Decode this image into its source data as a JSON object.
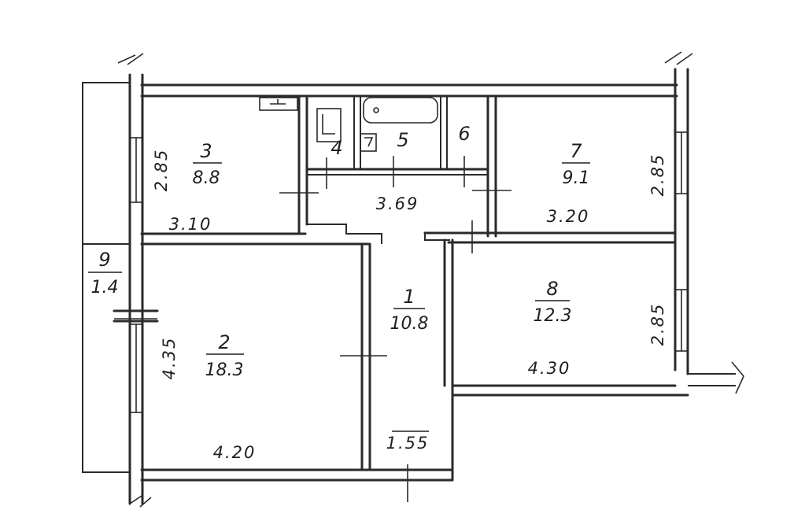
{
  "rooms": [
    {
      "id": "1",
      "number": "1",
      "area": "10.8"
    },
    {
      "id": "2",
      "number": "2",
      "area": "18.3"
    },
    {
      "id": "3",
      "number": "3",
      "area": "8.8"
    },
    {
      "id": "4",
      "number": "4"
    },
    {
      "id": "5",
      "number": "5"
    },
    {
      "id": "6",
      "number": "6"
    },
    {
      "id": "7",
      "number": "7",
      "area": "9.1"
    },
    {
      "id": "8",
      "number": "8",
      "area": "12.3"
    },
    {
      "id": "9",
      "number": "9",
      "area": "1.4"
    }
  ],
  "dimensions": {
    "room3_width": "3.10",
    "room3_depth": "2.85",
    "corridor_length": "3.69",
    "room7_width": "3.20",
    "room7_depth": "2.85",
    "room8_width": "4.30",
    "room8_depth": "2.85",
    "room2_width": "4.20",
    "room2_depth": "4.35",
    "room1_width": "1.55"
  }
}
